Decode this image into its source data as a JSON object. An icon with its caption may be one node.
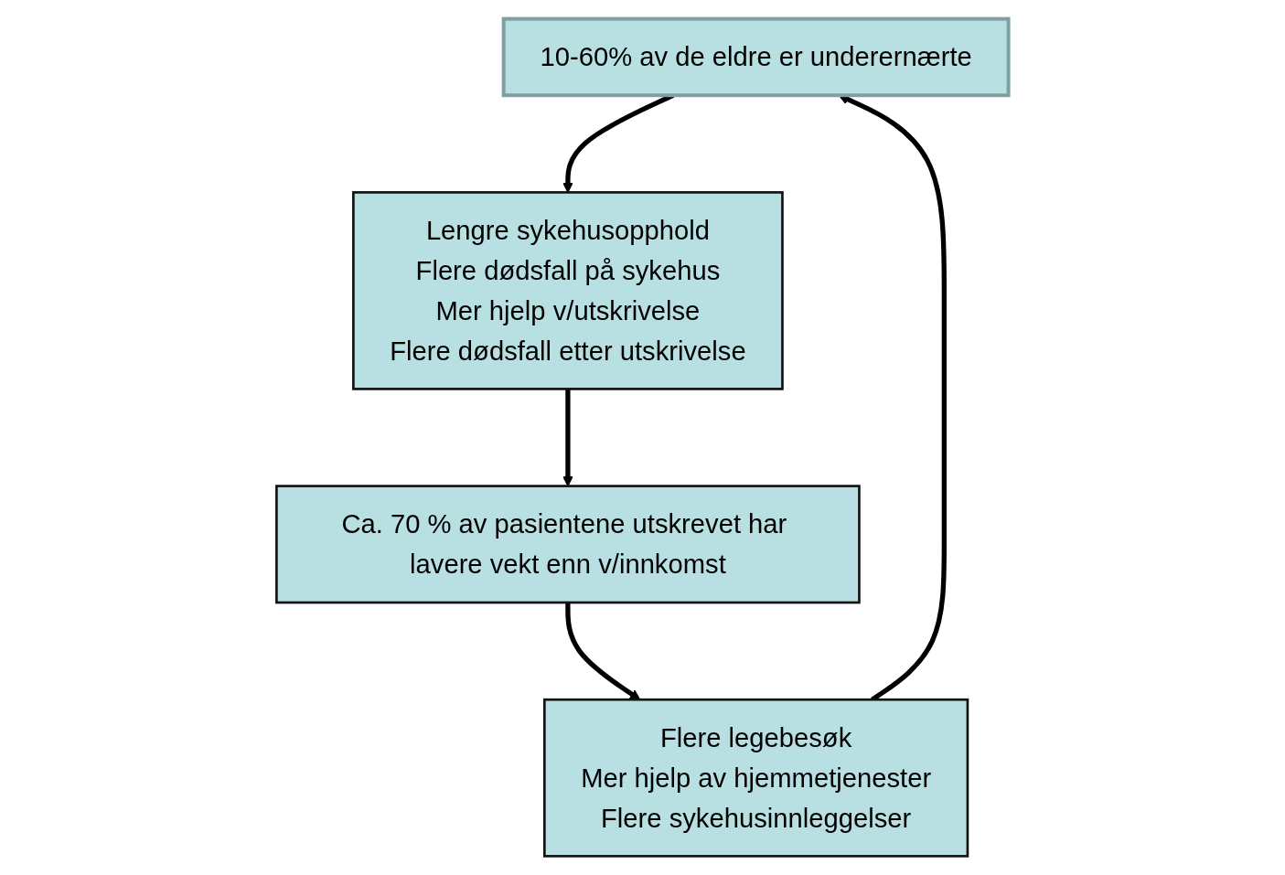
{
  "diagram": {
    "nodes": [
      {
        "text": [
          "10-60% av de eldre er underernærte"
        ]
      },
      {
        "text": [
          "Lengre sykehusopphold",
          "Flere dødsfall på sykehus",
          "Mer hjelp v/utskrivelse",
          "Flere dødsfall etter utskrivelse"
        ]
      },
      {
        "text": [
          "Ca. 70 % av pasientene utskrevet har lavere vekt enn v/innkomst"
        ]
      },
      {
        "text": [
          "Flere legebesøk",
          "Mer hjelp av hjemmetjenester",
          "Flere sykehusinnleggelser"
        ]
      }
    ],
    "edges": [
      {
        "from": 0,
        "to": 1,
        "arrow": "to"
      },
      {
        "from": 1,
        "to": 2,
        "arrow": "to"
      },
      {
        "from": 2,
        "to": 3,
        "arrow": "to"
      },
      {
        "from": 3,
        "to": 0,
        "arrow": "to"
      }
    ]
  }
}
